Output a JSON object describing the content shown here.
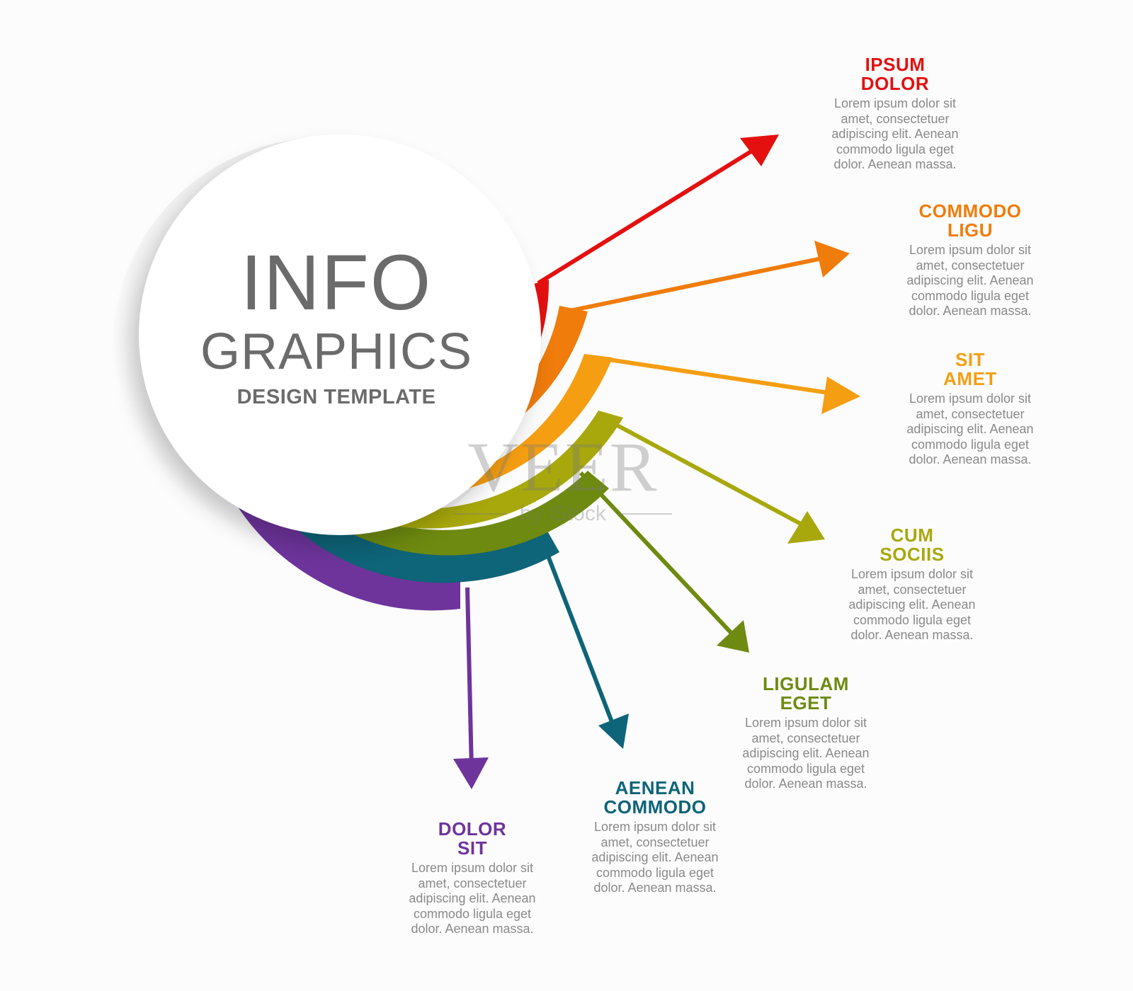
{
  "title": {
    "line1": "INFO",
    "line2": "GRAPHICS",
    "line3": "DESIGN TEMPLATE"
  },
  "items": [
    {
      "id": "red",
      "color": "#e41010",
      "heading1": "IPSUM",
      "heading2": "DOLOR",
      "text": [
        "Lorem ipsum dolor sit",
        "amet, consectetuer",
        "adipiscing elit. Aenean",
        "commodo ligula eget",
        "dolor. Aenean massa."
      ]
    },
    {
      "id": "orange",
      "color": "#f07c0c",
      "heading1": "COMMODO",
      "heading2": "LIGU",
      "text": [
        "Lorem ipsum dolor sit",
        "amet, consectetuer",
        "adipiscing elit. Aenean",
        "commodo ligula eget",
        "dolor. Aenean massa."
      ]
    },
    {
      "id": "amber",
      "color": "#f59e12",
      "heading1": "SIT",
      "heading2": "AMET",
      "text": [
        "Lorem ipsum dolor sit",
        "amet, consectetuer",
        "adipiscing elit. Aenean",
        "commodo ligula eget",
        "dolor. Aenean massa."
      ]
    },
    {
      "id": "olive",
      "color": "#a8a80c",
      "heading1": "CUM",
      "heading2": "SOCIIS",
      "text": [
        "Lorem ipsum dolor sit",
        "amet, consectetuer",
        "adipiscing elit. Aenean",
        "commodo ligula eget",
        "dolor. Aenean massa."
      ]
    },
    {
      "id": "green",
      "color": "#6e8a10",
      "heading1": "LIGULAM",
      "heading2": "EGET",
      "text": [
        "Lorem ipsum dolor sit",
        "amet, consectetuer",
        "adipiscing elit. Aenean",
        "commodo ligula eget",
        "dolor. Aenean massa."
      ]
    },
    {
      "id": "teal",
      "color": "#0e6478",
      "heading1": "AENEAN",
      "heading2": "COMMODO",
      "text": [
        "Lorem ipsum dolor sit",
        "amet, consectetuer",
        "adipiscing elit. Aenean",
        "commodo ligula eget",
        "dolor. Aenean massa."
      ]
    },
    {
      "id": "purple",
      "color": "#6e349c",
      "heading1": "DOLOR",
      "heading2": "SIT",
      "text": [
        "Lorem ipsum dolor sit",
        "amet, consectetuer",
        "adipiscing elit. Aenean",
        "commodo ligula eget",
        "dolor. Aenean massa."
      ]
    }
  ],
  "watermark": {
    "main": "VEER",
    "sub": "by iStock"
  }
}
